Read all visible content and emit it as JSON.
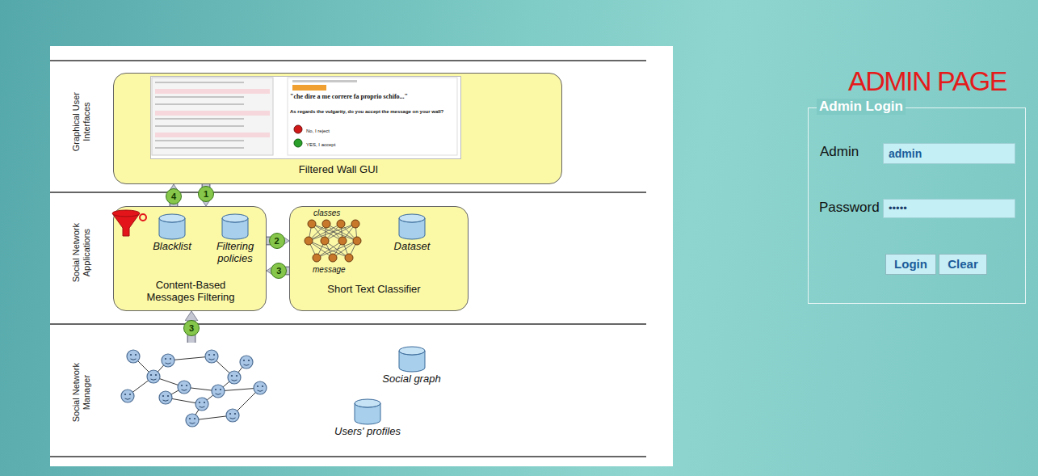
{
  "diagram": {
    "title": "ADMIN PAGE",
    "nodes": [
      {
        "text": [
          "Graphical User Interfaces"
        ]
      },
      {
        "text": [
          "Filtered Wall GUI"
        ],
        "in": 0
      },
      {
        "text": [
          "\"che dire a me correre fa proprio schifo...\"",
          "As regards the vulgarity, do you accept the message on your wall?",
          "No, I reject",
          "YES, I accept"
        ],
        "in": 1
      },
      {
        "text": [
          "Social Network Applications"
        ]
      },
      {
        "text": [
          "Content-Based Messages Filtering"
        ],
        "in": 3
      },
      {
        "text": [
          "Blacklist"
        ],
        "in": 4
      },
      {
        "text": [
          "Filtering policies"
        ],
        "in": 4
      },
      {
        "text": [
          "Short Text Classifier"
        ],
        "in": 3
      },
      {
        "text": [
          "Dataset"
        ],
        "in": 7
      },
      {
        "text": [
          "Social Network Manager"
        ]
      },
      {
        "text": [
          "Social graph"
        ],
        "in": 9
      },
      {
        "text": [
          "Users' profiles"
        ],
        "in": 9
      },
      {
        "text": [
          "Admin Login"
        ]
      },
      {
        "text": [
          "admin"
        ],
        "in": 12
      },
      {
        "text": [
          "•••••"
        ],
        "in": 12
      },
      {
        "text": [
          "Login"
        ],
        "in": 12
      },
      {
        "text": [
          "Clear"
        ],
        "in": 12
      }
    ],
    "edges": [
      {
        "from": 1,
        "to": 4,
        "label": "1",
        "arrow": "to"
      },
      {
        "from": 4,
        "to": 1,
        "label": "4",
        "arrow": "to"
      },
      {
        "from": 4,
        "to": 7,
        "label": "2",
        "arrow": "to"
      },
      {
        "from": 7,
        "to": 4,
        "label": "3",
        "arrow": "to"
      },
      {
        "from": 9,
        "to": 4,
        "label": "3",
        "arrow": "to"
      }
    ],
    "labels": [
      "classes",
      "message",
      "Admin",
      "Password"
    ]
  }
}
